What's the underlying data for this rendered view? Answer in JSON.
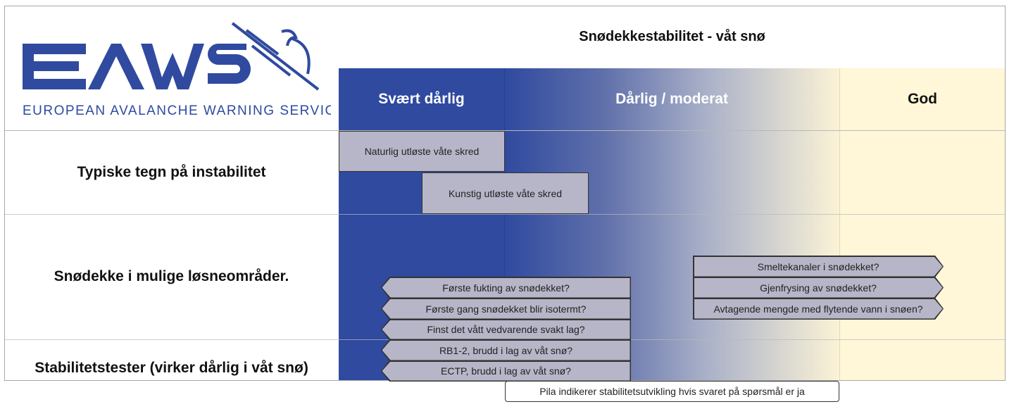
{
  "logo": {
    "wordmark": "EAWS",
    "subtitle": "EUROPEAN AVALANCHE WARNING SERVICES",
    "color": "#2f4a9f"
  },
  "title": "Snødekkestabilitet - våt snø",
  "columns": [
    "Svært dårlig",
    "Dårlig / moderat",
    "God"
  ],
  "rows": [
    "Typiske tegn på instabilitet",
    "Snødekke i mulige løsneområder.",
    "Stabilitetstester (virker dårlig i våt snø)"
  ],
  "signs": [
    "Naturlig utløste våte skred",
    "Kunstig utløste våte skred"
  ],
  "left_arrows": [
    "Første fukting av snødekket?",
    "Første gang snødekket blir isotermt?",
    "Finst det vått vedvarende svakt lag?",
    "RB1-2, brudd i lag av våt snø?",
    "ECTP, brudd i lag av våt snø?"
  ],
  "right_arrows": [
    "Smeltekanaler i snødekket?",
    "Gjenfrysing av snødekket?",
    "Avtagende mengde med flytende vann i snøen?"
  ],
  "note": "Pila indikerer stabilitetsutvikling hvis svaret på spørsmål er ja",
  "colors": {
    "very_poor": "#2f4a9f",
    "good": "#fff7d8",
    "box": "#b7b6c8"
  }
}
